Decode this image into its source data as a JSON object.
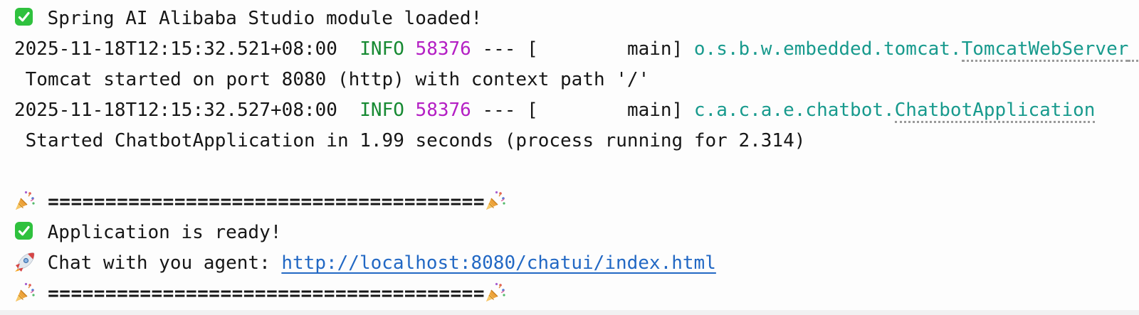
{
  "window": {
    "background": "#fdfdfd",
    "bottom_edge_color": "#f1f1f2"
  },
  "colors": {
    "text": "#161616",
    "info_green": "#178a33",
    "pid_magenta": "#b41fc4",
    "logger_teal": "#189a8d",
    "link_blue": "#2268c4",
    "underline_gray": "#9a9a9a",
    "check_green": "#2fc13e"
  },
  "icons": {
    "check": "check-mark-icon",
    "party": "party-popper-icon",
    "rocket": "rocket-icon"
  },
  "log": {
    "module_loaded": {
      "text": " Spring AI Alibaba Studio module loaded!"
    },
    "tomcat": {
      "timestamp": "2025-11-18T12:15:32.521+08:00  ",
      "level": "INFO",
      "pid": " 58376",
      "thread_field": " --- [        main] ",
      "logger_prefix": "o.s.b.w.embedded.tomcat.",
      "logger_class": "TomcatWebServer",
      "logger_pad": "  ",
      "message": " Tomcat started on port 8080 (http) with context path '/'"
    },
    "chatbot": {
      "timestamp": "2025-11-18T12:15:32.527+08:00  ",
      "level": "INFO",
      "pid": " 58376",
      "thread_field": " --- [        main] ",
      "logger_prefix": "c.a.c.a.e.chatbot.",
      "logger_class": "ChatbotApplication",
      "message": " Started ChatbotApplication in 1.99 seconds (process running for 2.314)"
    },
    "banner": {
      "separator_equals": " ======================================",
      "ready_text": " Application is ready!",
      "chat_label": " Chat with you agent: ",
      "chat_url": "http://localhost:8080/chatui/index.html"
    }
  }
}
